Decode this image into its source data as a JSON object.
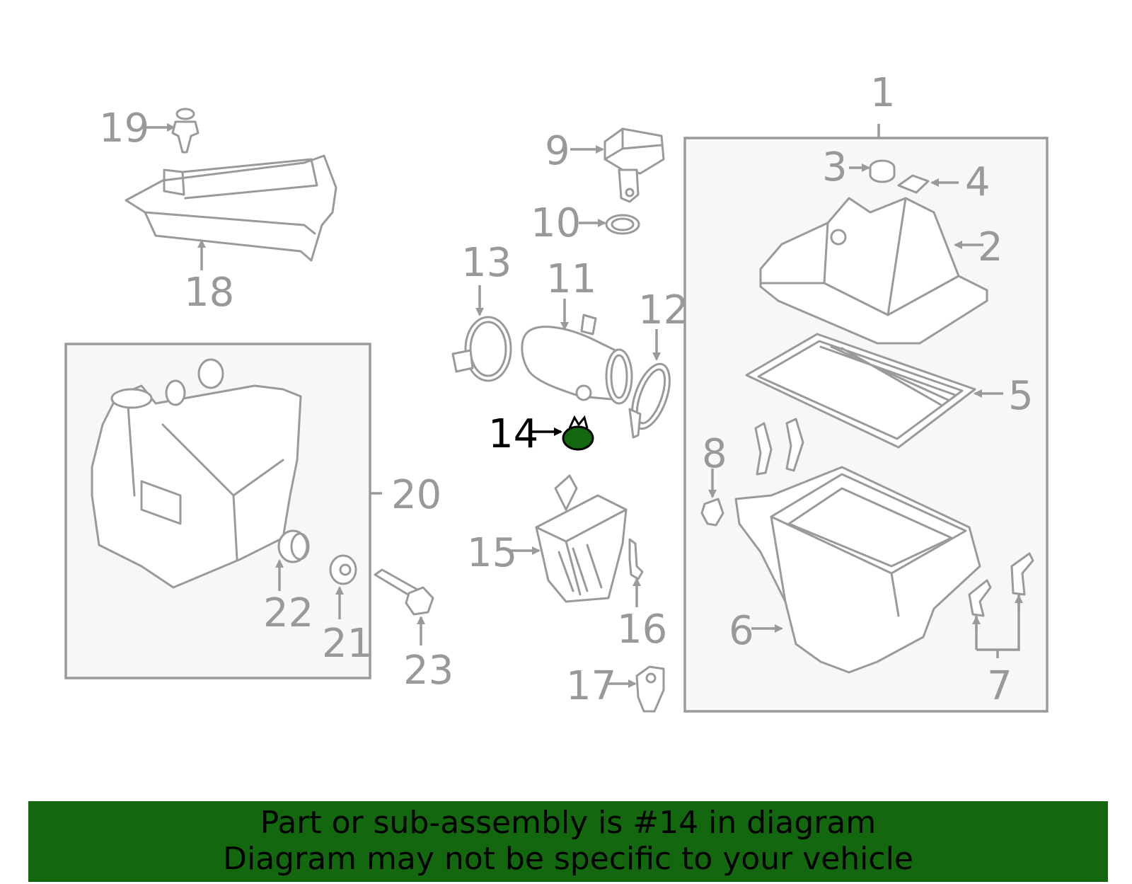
{
  "diagram": {
    "highlighted_part": "14",
    "highlight_color": "#13680f",
    "callouts": {
      "c1": "1",
      "c2": "2",
      "c3": "3",
      "c4": "4",
      "c5": "5",
      "c6": "6",
      "c7": "7",
      "c8": "8",
      "c9": "9",
      "c10": "10",
      "c11": "11",
      "c12": "12",
      "c13": "13",
      "c14": "14",
      "c15": "15",
      "c16": "16",
      "c17": "17",
      "c18": "18",
      "c19": "19",
      "c20": "20",
      "c21": "21",
      "c22": "22",
      "c23": "23"
    }
  },
  "banner": {
    "line1": "Part or sub-assembly is #14 in diagram",
    "line2": "Diagram may not be specific to your vehicle",
    "background": "#13680f"
  }
}
